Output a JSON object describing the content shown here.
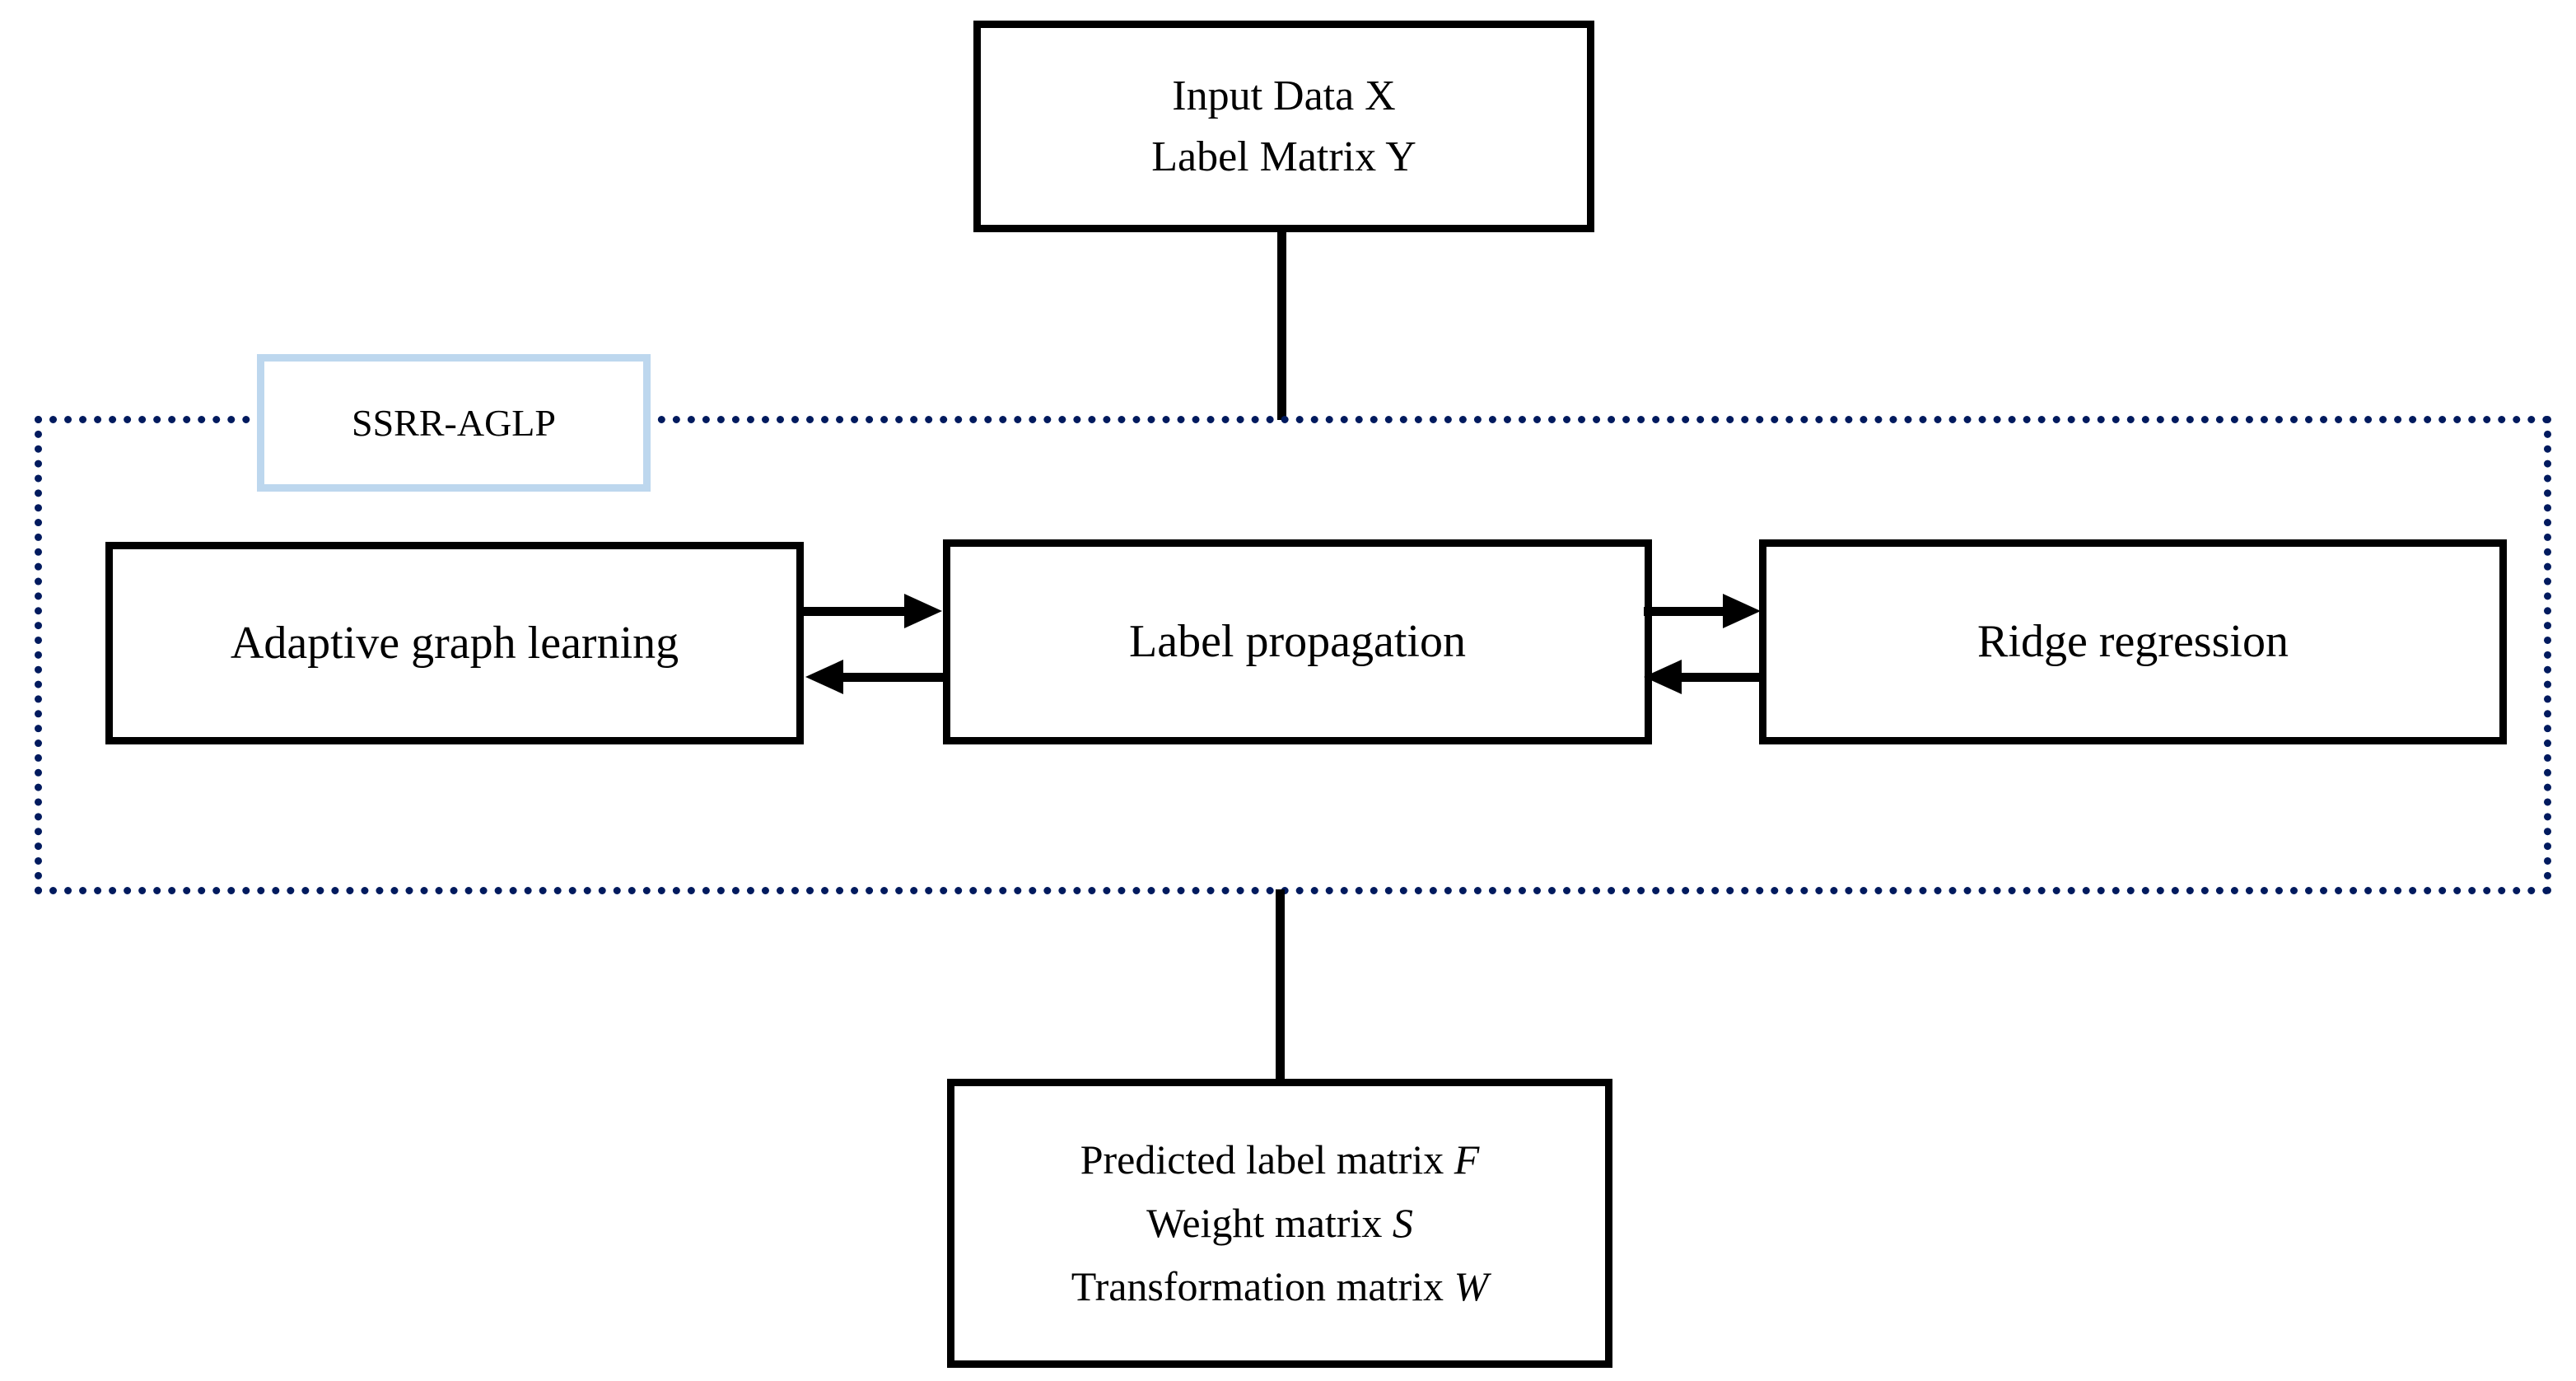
{
  "diagram": {
    "title": "SSRR-AGLP framework flowchart",
    "colors": {
      "stroke": "#000000",
      "group_border": "#001A5E",
      "group_label_border": "#BDD7EE",
      "background": "#FFFFFF"
    },
    "input_node": {
      "line1": "Input Data X",
      "line2": "Label Matrix Y"
    },
    "group": {
      "label": "SSRR-AGLP",
      "border_style": "dotted"
    },
    "stages": [
      {
        "id": "adaptive-graph-learning",
        "label": "Adaptive graph learning"
      },
      {
        "id": "label-propagation",
        "label": "Label propagation"
      },
      {
        "id": "ridge-regression",
        "label": "Ridge regression"
      }
    ],
    "output_node": {
      "line1_text": "Predicted label matrix ",
      "line1_symbol": "F",
      "line2_text": "Weight matrix ",
      "line2_symbol": "S",
      "line3_text": "Transformation matrix ",
      "line3_symbol": "W"
    },
    "connectors": [
      {
        "id": "input-to-group",
        "from": "input-node",
        "to": "ssrr-aglp-group",
        "style": "line",
        "direction": "down"
      },
      {
        "id": "group-to-output",
        "from": "ssrr-aglp-group",
        "to": "output-node",
        "style": "line",
        "direction": "down"
      },
      {
        "id": "agl-lp",
        "from": "adaptive-graph-learning",
        "to": "label-propagation",
        "style": "arrow-pair",
        "direction": "bidirectional"
      },
      {
        "id": "lp-rr",
        "from": "label-propagation",
        "to": "ridge-regression",
        "style": "arrow-pair",
        "direction": "bidirectional"
      }
    ]
  }
}
